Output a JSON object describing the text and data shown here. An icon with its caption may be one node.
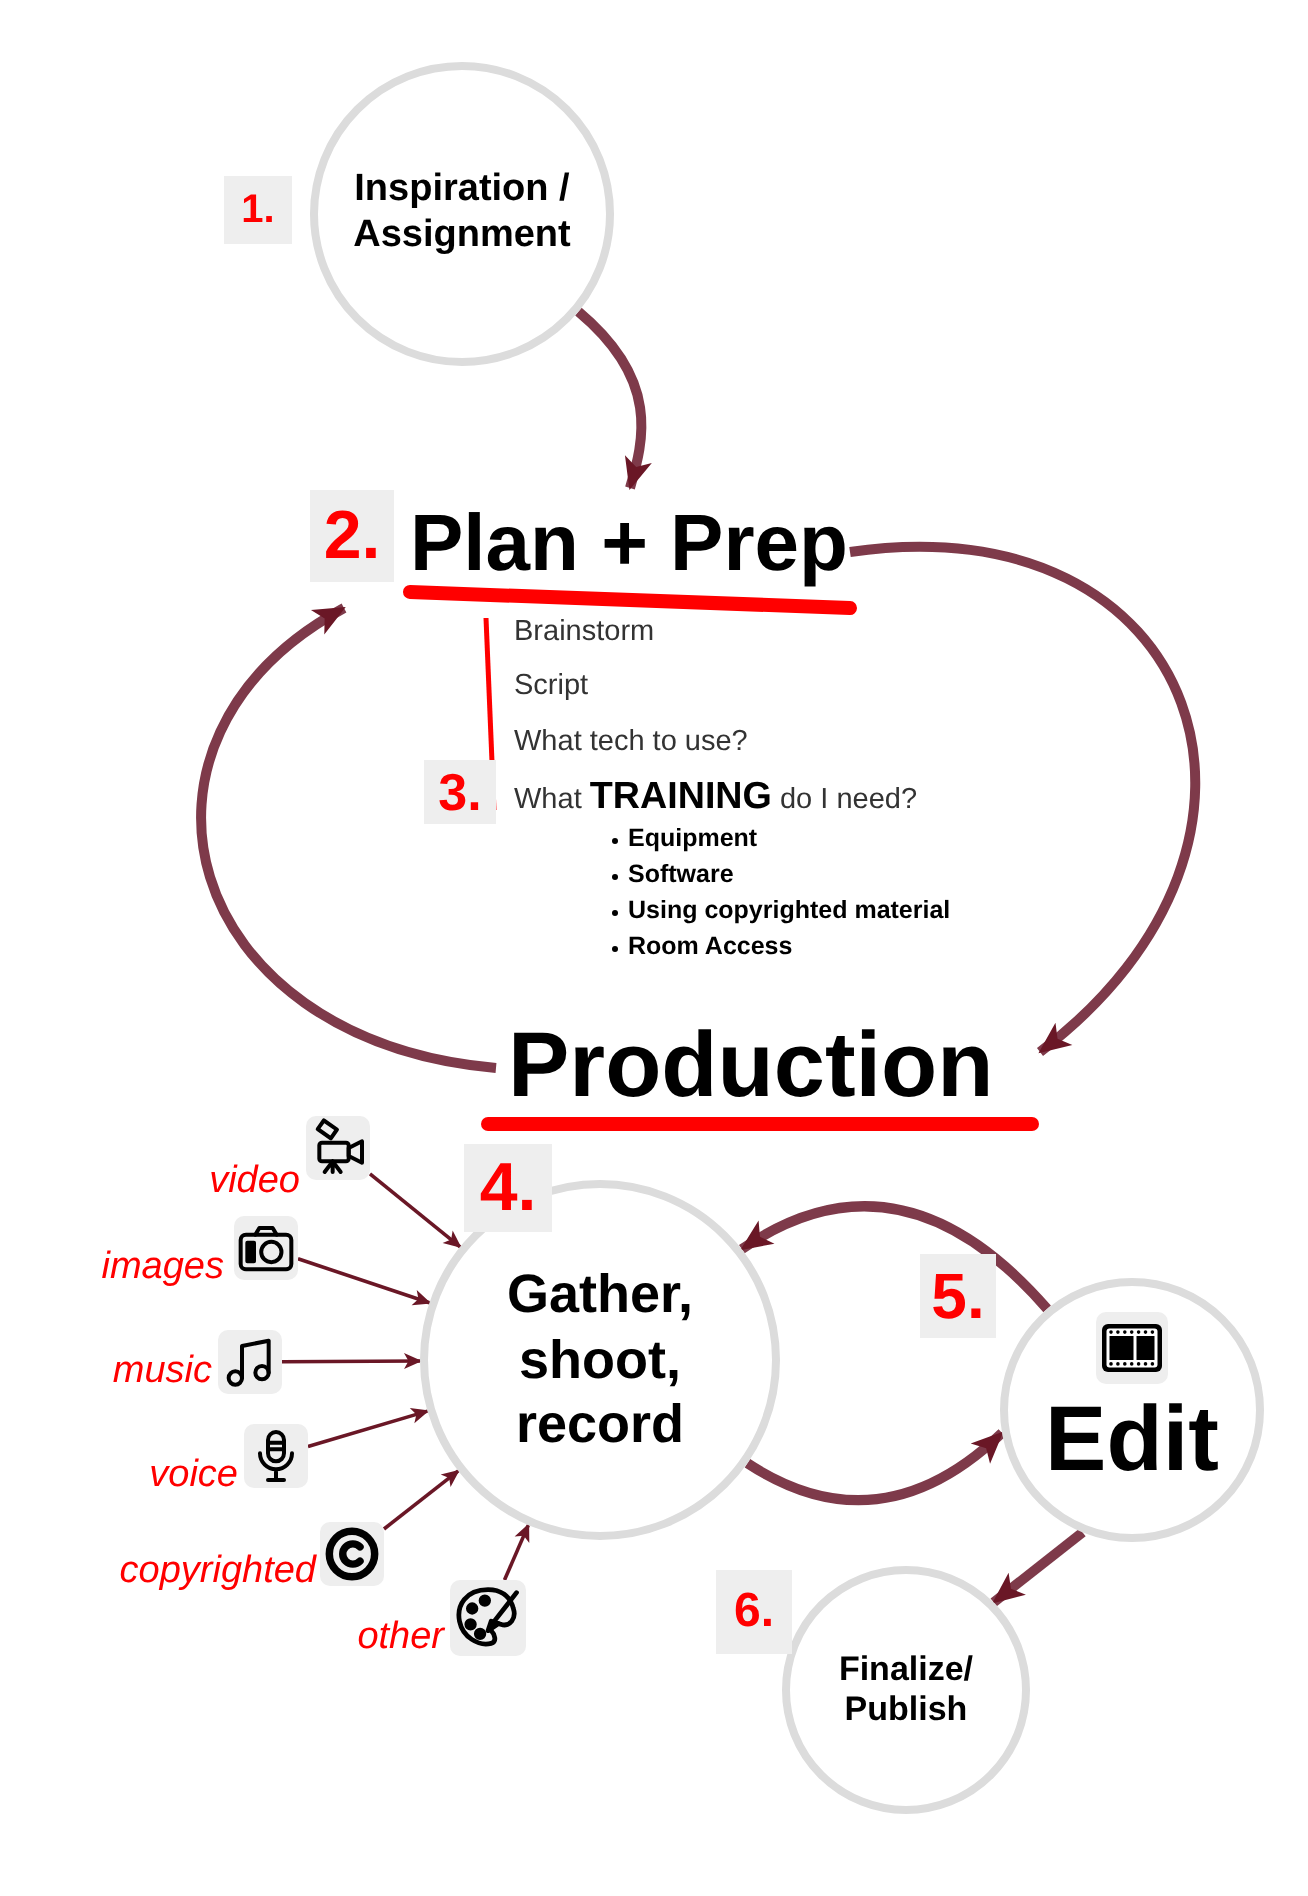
{
  "diagram": {
    "nodes": [
      {
        "text": [
          "Inspiration / Assignment"
        ]
      },
      {
        "text": [
          "Plan + Prep"
        ]
      },
      {
        "text": [
          "Production"
        ]
      },
      {
        "text": [
          "Gather, shoot, record"
        ]
      },
      {
        "text": [
          "Edit"
        ]
      },
      {
        "text": [
          "Finalize/ Publish"
        ]
      },
      {
        "text": [],
        "shape": "picture",
        "beside": [
          "video"
        ]
      },
      {
        "text": [],
        "shape": "picture",
        "beside": [
          "images"
        ]
      },
      {
        "text": [],
        "shape": "picture",
        "beside": [
          "music"
        ]
      },
      {
        "text": [],
        "shape": "picture",
        "beside": [
          "voice"
        ]
      },
      {
        "text": [],
        "shape": "picture",
        "beside": [
          "copyrighted"
        ]
      },
      {
        "text": [],
        "shape": "picture",
        "beside": [
          "other"
        ]
      },
      {
        "text": [
          "1."
        ]
      },
      {
        "text": [
          "2."
        ]
      },
      {
        "text": [
          "3."
        ]
      },
      {
        "text": [
          "4."
        ]
      },
      {
        "text": [
          "5."
        ]
      },
      {
        "text": [
          "6."
        ]
      }
    ],
    "edges": [
      {
        "from": 0,
        "to": 1,
        "arrow": "to",
        "style": "thick"
      },
      {
        "from": 1,
        "to": 2,
        "arrow": "to",
        "style": "thick"
      },
      {
        "from": 2,
        "to": 1,
        "arrow": "to",
        "style": "thick"
      },
      {
        "from": 3,
        "to": 4,
        "arrow": "to",
        "style": "thick"
      },
      {
        "from": 4,
        "to": 3,
        "arrow": "to",
        "style": "thick"
      },
      {
        "from": 4,
        "to": 5,
        "arrow": "to",
        "style": "thick"
      },
      {
        "from": 6,
        "to": 3,
        "arrow": "to"
      },
      {
        "from": 7,
        "to": 3,
        "arrow": "to"
      },
      {
        "from": 8,
        "to": 3,
        "arrow": "to"
      },
      {
        "from": 9,
        "to": 3,
        "arrow": "to"
      },
      {
        "from": 10,
        "to": 3,
        "arrow": "to"
      },
      {
        "from": 11,
        "to": 3,
        "arrow": "to"
      }
    ],
    "labels": [
      "Brainstorm",
      "Script",
      "What tech to use?",
      "What **TRAINING** do I need?",
      "Equipment",
      "Software",
      "Using copyrighted material",
      "Room Access"
    ]
  }
}
